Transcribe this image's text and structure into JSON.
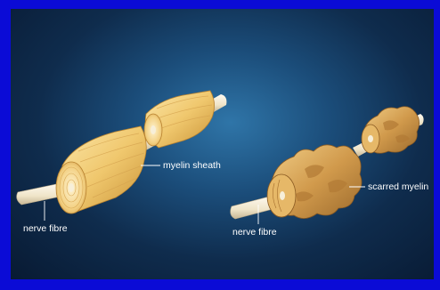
{
  "labels": {
    "myelin_sheath": "myelin sheath",
    "nerve_fibre_left": "nerve fibre",
    "nerve_fibre_right": "nerve fibre",
    "scarred_myelin": "scarred myelin"
  },
  "colors": {
    "border": "#0b0bd6",
    "background_center": "#2f75a8",
    "background_edge": "#081a33",
    "myelin": "#f3cf7a",
    "myelin_shadow": "#c8902f",
    "scarred": "#d49a4a",
    "fibre": "#f4ecd6",
    "label_text": "#ffffff"
  }
}
